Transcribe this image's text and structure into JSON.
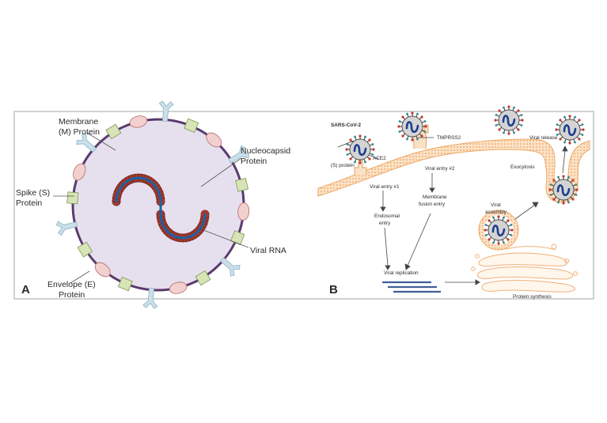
{
  "panel_a": {
    "letter": "A",
    "labels": {
      "membrane_1": "Membrane",
      "membrane_2": "(M) Protein",
      "nucleocapsid_1": "Nucleocapsid",
      "nucleocapsid_2": "Protein",
      "spike_1": "Spike (S)",
      "spike_2": "Protein",
      "viral_rna": "Viral RNA",
      "envelope_1": "Envelope (E)",
      "envelope_2": "Protein"
    }
  },
  "panel_b": {
    "letter": "B",
    "labels": {
      "sars_cov_2": "SARS-CoV-2",
      "s_protein": "(S) protein",
      "ace2": "ACE2",
      "tmprss2": "TMPRSS2",
      "viral_entry_1": "Viral entry #1",
      "viral_entry_2": "Viral entry #2",
      "endosomal_1": "Endosomal",
      "endosomal_2": "entry",
      "membrane_fusion_1": "Membrane",
      "membrane_fusion_2": "fusion entry",
      "viral_replication": "Viral replication",
      "viral_assembly_1": "Viral",
      "viral_assembly_2": "assembly",
      "viral_release": "Viral release",
      "exocytosis": "Exocytosis",
      "protein_synthesis": "Protein synthesis"
    }
  },
  "colors": {
    "virion_fill": "#e6e0ee",
    "membrane_ring": "#5a3a6e",
    "spike_protein": "#c9dfe9",
    "membrane_protein": "#d7e4b5",
    "envelope_protein": "#f2d0cf",
    "nucleocapsid": "#a83a2e",
    "rna": "#1b62a3",
    "cell_membrane": "#f3b77e",
    "cell_membrane_dots": "#f6cfa2"
  }
}
